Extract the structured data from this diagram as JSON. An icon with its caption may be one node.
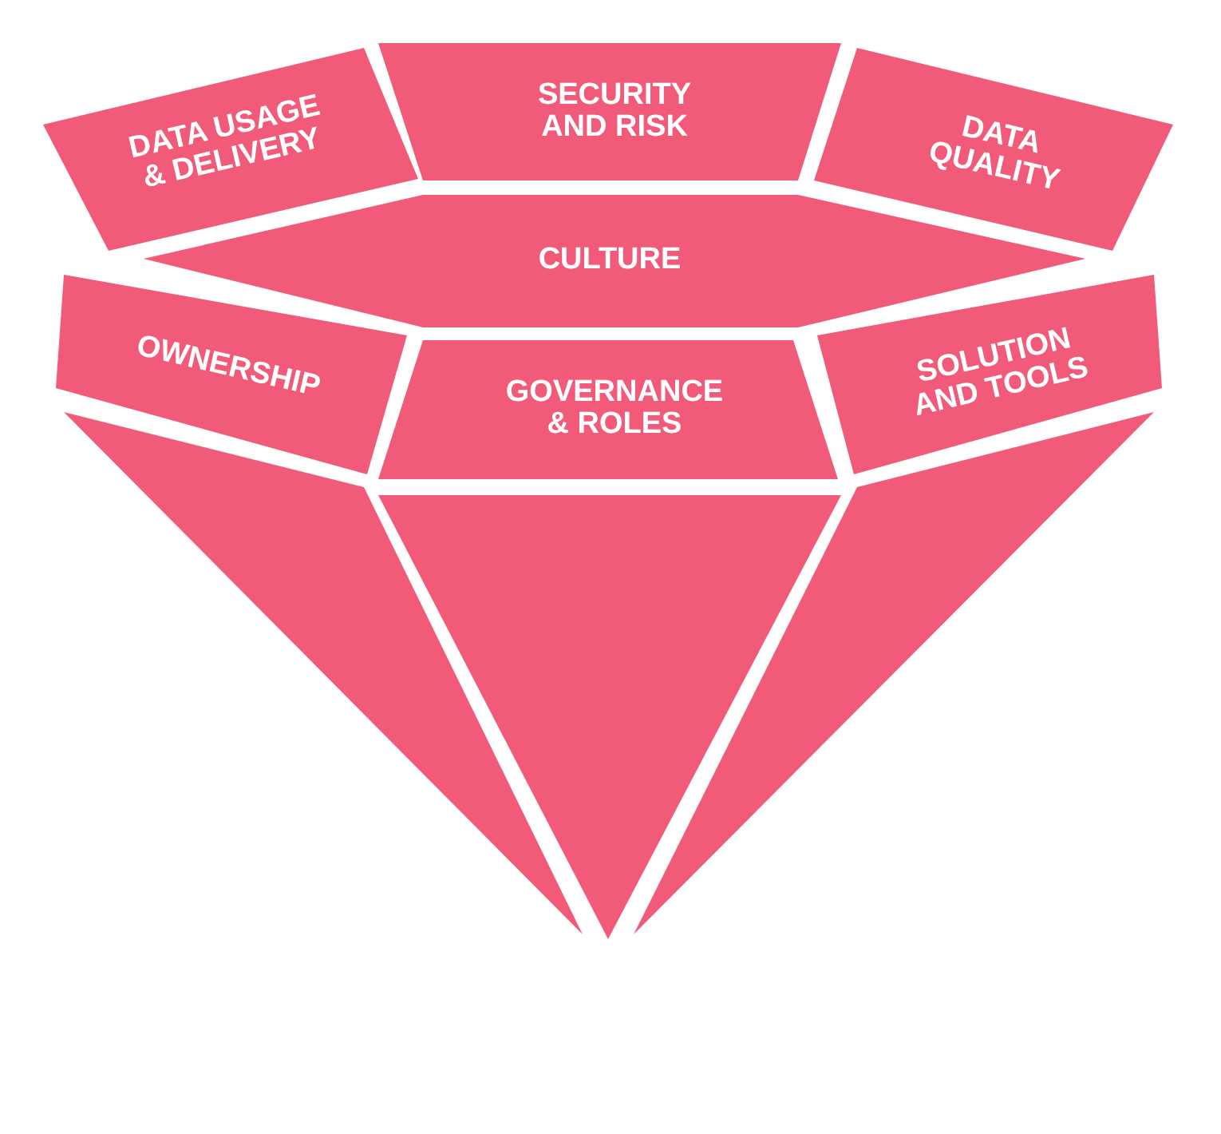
{
  "diagram": {
    "nodes": [
      {
        "text": [
          "DATA USAGE & DELIVERY"
        ]
      },
      {
        "text": [
          "SECURITY AND RISK"
        ]
      },
      {
        "text": [
          "DATA QUALITY"
        ]
      },
      {
        "text": [
          "CULTURE"
        ]
      },
      {
        "text": [
          "OWNERSHIP"
        ]
      },
      {
        "text": [
          "GOVERNANCE & ROLES"
        ]
      },
      {
        "text": [
          "SOLUTION AND TOOLS"
        ]
      },
      {
        "text": [],
        "shape": "triangle"
      },
      {
        "text": [],
        "shape": "triangle"
      },
      {
        "text": [],
        "shape": "triangle"
      }
    ]
  }
}
